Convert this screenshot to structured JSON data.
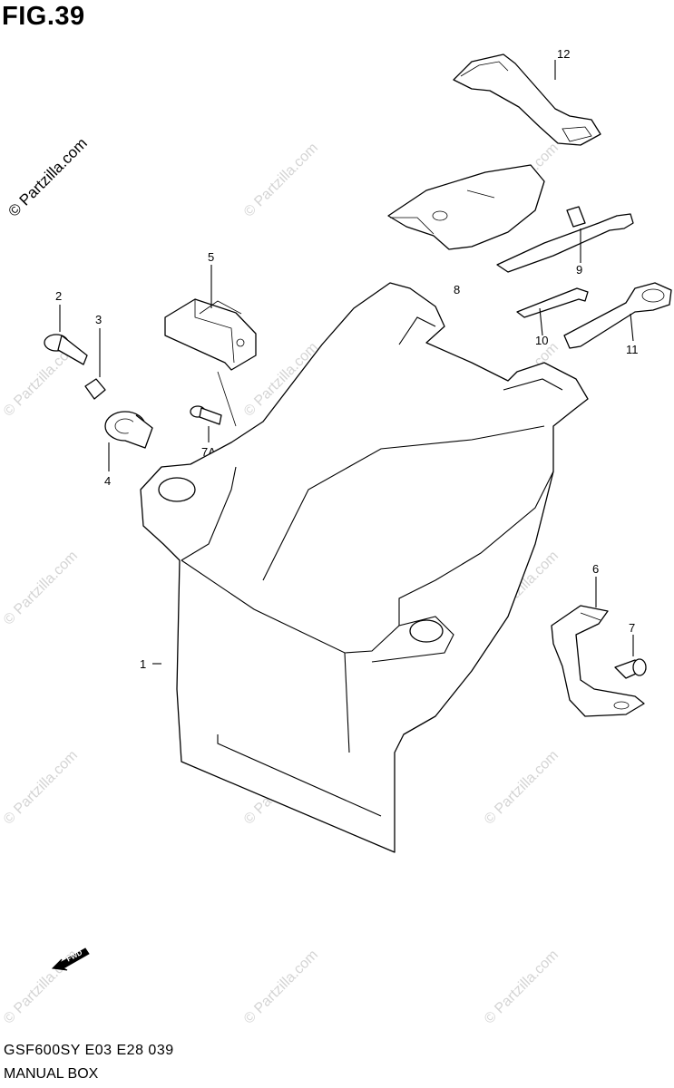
{
  "figure": {
    "title": "FIG.39"
  },
  "footer": {
    "code": "GSF600SY E03 E28  039",
    "name": "MANUAL BOX"
  },
  "watermark": {
    "main": "© Partzilla.com",
    "faint": "© Partzilla.com"
  },
  "fwd_arrow": {
    "label": "FWD"
  },
  "callouts": {
    "p1": "1",
    "p2": "2",
    "p3": "3",
    "p4": "4",
    "p5": "5",
    "p6": "6",
    "p7": "7",
    "p7a": "7A",
    "p8": "8",
    "p9": "9",
    "p10": "10",
    "p11": "11",
    "p12": "12"
  }
}
